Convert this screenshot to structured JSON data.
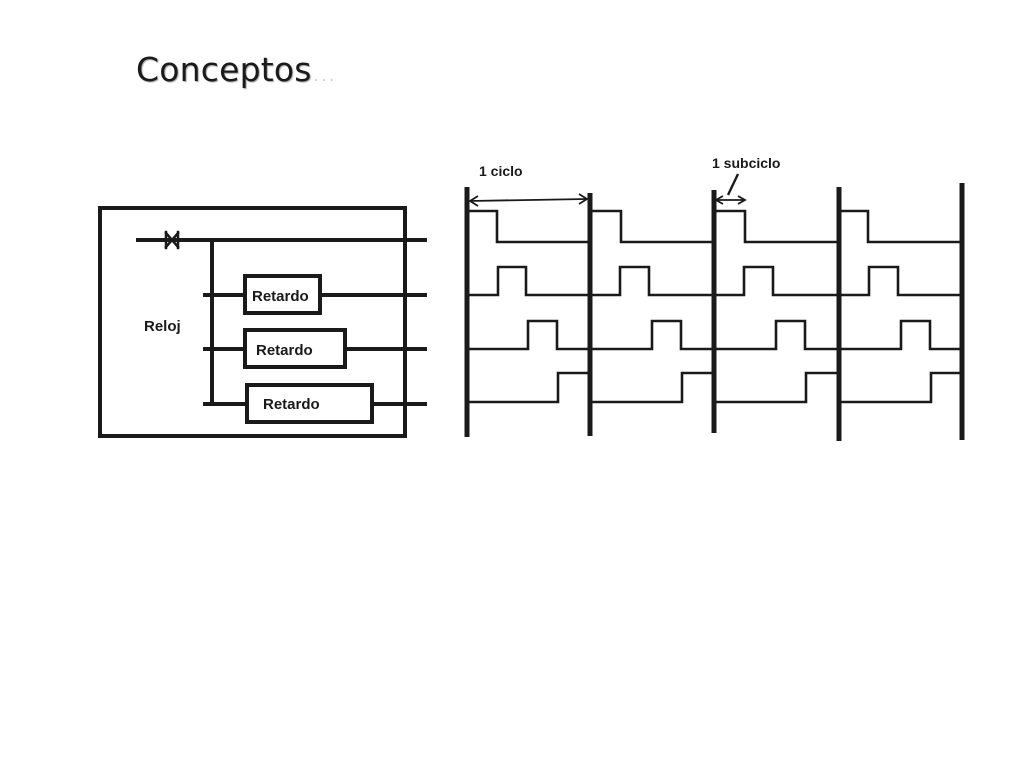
{
  "slide": {
    "title": "Conceptos",
    "title_ellipsis": "..."
  },
  "circuit": {
    "clock_label": "Reloj",
    "delay_label": "Retardo",
    "delay_count": 3
  },
  "timing": {
    "cycle_label": "1 ciclo",
    "subcycle_label": "1 subciclo",
    "cycles_shown": 4,
    "phases": 4
  },
  "colors": {
    "ink": "#1a1a1a",
    "background": "#ffffff"
  }
}
